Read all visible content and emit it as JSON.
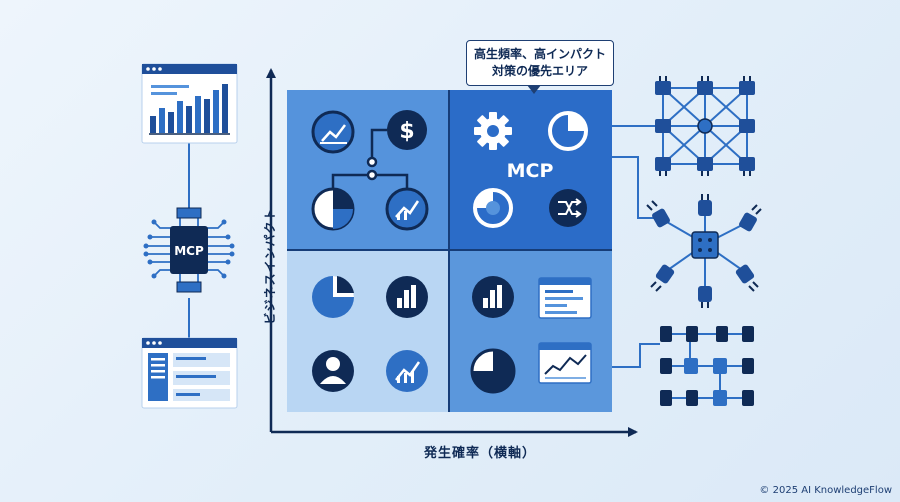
{
  "diagram": {
    "callout": {
      "line1": "高生頻率、高インパクト",
      "line2": "対策の優先エリア"
    },
    "y_axis_label": "ビジネスインパクト",
    "x_axis_label": "発生確率（横軸）",
    "quadrant_label": "MCP",
    "hub_label": "MCP",
    "copyright": "© 2025 AI KnowledgeFlow"
  },
  "colors": {
    "dark_navy": "#0f2a55",
    "primary_blue": "#2e6fc4",
    "quadrant_top_left": "#5593dc",
    "quadrant_top_right": "#2b6cc8",
    "quadrant_bottom_left": "#b9d6f3",
    "quadrant_bottom_right": "#5b97dc"
  },
  "icons": {
    "quadrant_top_left": [
      "line-chart-icon",
      "dollar-icon",
      "pie-chart-icon",
      "trend-chart-icon"
    ],
    "quadrant_top_right": [
      "gear-icon",
      "pie-chart-icon",
      "donut-chart-icon",
      "shuffle-icon"
    ],
    "quadrant_bottom_left": [
      "pie-chart-icon",
      "bar-chart-icon",
      "user-icon",
      "trend-chart-icon"
    ],
    "quadrant_bottom_right": [
      "bar-chart-icon",
      "document-window-icon",
      "pie-chart-icon",
      "line-chart-window-icon"
    ],
    "left_side": [
      "bar-chart-window-icon",
      "chip-icon",
      "dashboard-window-icon"
    ],
    "right_side": [
      "plug-network-icon",
      "plug-hub-icon",
      "connector-network-icon"
    ]
  }
}
